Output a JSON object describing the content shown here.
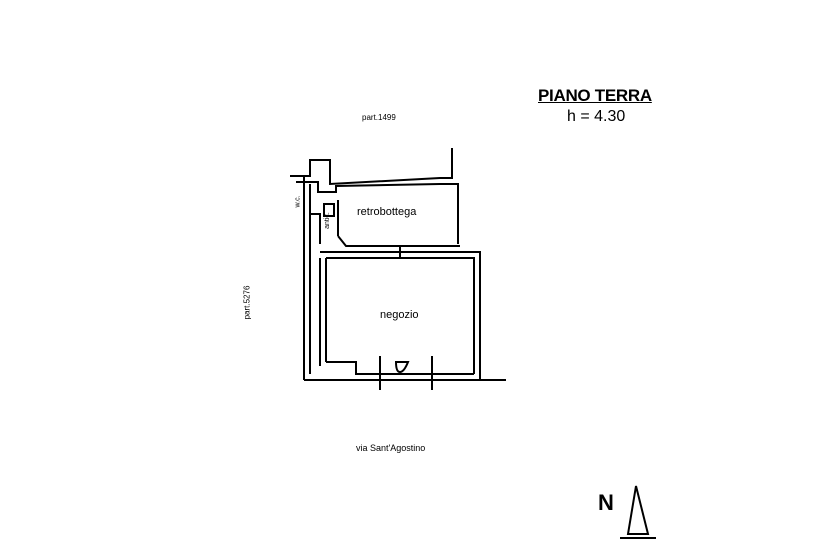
{
  "title": "PIANO TERRA",
  "height_label": "h = 4.30",
  "parcels": {
    "top": "part.1499",
    "left": "part.5276"
  },
  "rooms": {
    "wc": "w.c.",
    "anti": "antic.",
    "retro": "retrobottega",
    "shop": "negozio"
  },
  "street": "via Sant'Agostino",
  "north": "N"
}
